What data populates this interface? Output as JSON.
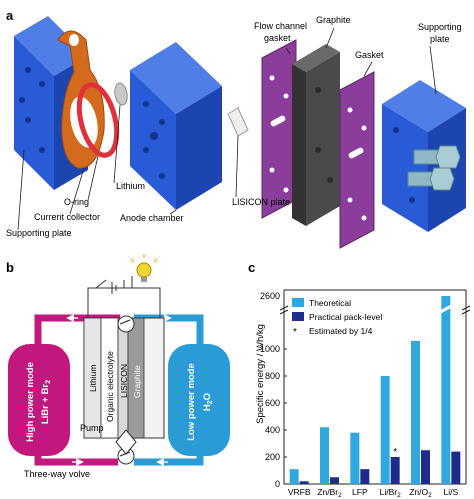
{
  "panel_a": {
    "letter": "a",
    "labels": {
      "lithium": "Lithium",
      "o_ring": "O-ring",
      "current_collector": "Current collector",
      "supporting_plate_left": "Supporting plate",
      "anode_chamber": "Anode chamber",
      "lisicon_plate": "LISICON plate",
      "flow_channel_gasket_1": "Flow channel",
      "flow_channel_gasket_2": "gasket",
      "graphite": "Graphite",
      "gasket": "Gasket",
      "supporting_plate_right_1": "Supporting",
      "supporting_plate_right_2": "plate"
    },
    "colors": {
      "plate_blue": "#2a5bd7",
      "gasket_purple": "#8a3d9a",
      "graphite_gray": "#4a4a4a",
      "collector_orange": "#d46a1e",
      "oring_red": "#e0303a",
      "connector_teal": "#8fb9c4"
    }
  },
  "panel_b": {
    "letter": "b",
    "labels": {
      "high_power_1": "High power mode",
      "high_power_2": "LiBr + Br",
      "high_power_sub": "2",
      "low_power_1": "Low power mode",
      "low_power_2": "H",
      "low_power_sub": "2",
      "low_power_3": "O",
      "lithium": "Lithium",
      "organic_electrolyte": "Organic electrolyte",
      "lisicon": "LISICON",
      "graphite": "Graphite",
      "pump": "Pump",
      "three_way_valve": "Three-way volve"
    },
    "colors": {
      "loop_magenta": "#c2187e",
      "loop_blue": "#2b9bd6",
      "tank_magenta": "#c2187e",
      "tank_blue": "#2b9bd6",
      "bulb_yellow": "#f4d430"
    }
  },
  "panel_c": {
    "letter": "c"
  },
  "chart_data": {
    "type": "bar",
    "categories": [
      "VRFB",
      "Zn/Br2",
      "LFP",
      "Li/Br2",
      "Zn/O2",
      "Li/S"
    ],
    "category_labels": [
      "VRFB",
      "Zn/Br",
      "LFP",
      "Li/Br",
      "Zn/O",
      "Li/S"
    ],
    "category_subscripts": [
      "",
      "2",
      "",
      "2",
      "2",
      ""
    ],
    "series": [
      {
        "name": "Theoretical",
        "color": "#2fa8e0",
        "values": [
          110,
          420,
          380,
          800,
          1060,
          2600
        ]
      },
      {
        "name": "Practical pack-level",
        "color": "#1f2d8a",
        "values": [
          20,
          50,
          110,
          200,
          250,
          240
        ]
      }
    ],
    "estimated_marker": {
      "label": "Estimated by 1/4",
      "category": "Li/Br2",
      "series": "Practical pack-level"
    },
    "ylabel": "Specific energy / Wh/kg",
    "yticks": [
      0,
      200,
      400,
      600,
      800,
      1000
    ],
    "ytick_break_label": 2600,
    "ylim": [
      0,
      1200
    ],
    "axis_break": true,
    "legend_position": "top-left",
    "grid": false
  }
}
